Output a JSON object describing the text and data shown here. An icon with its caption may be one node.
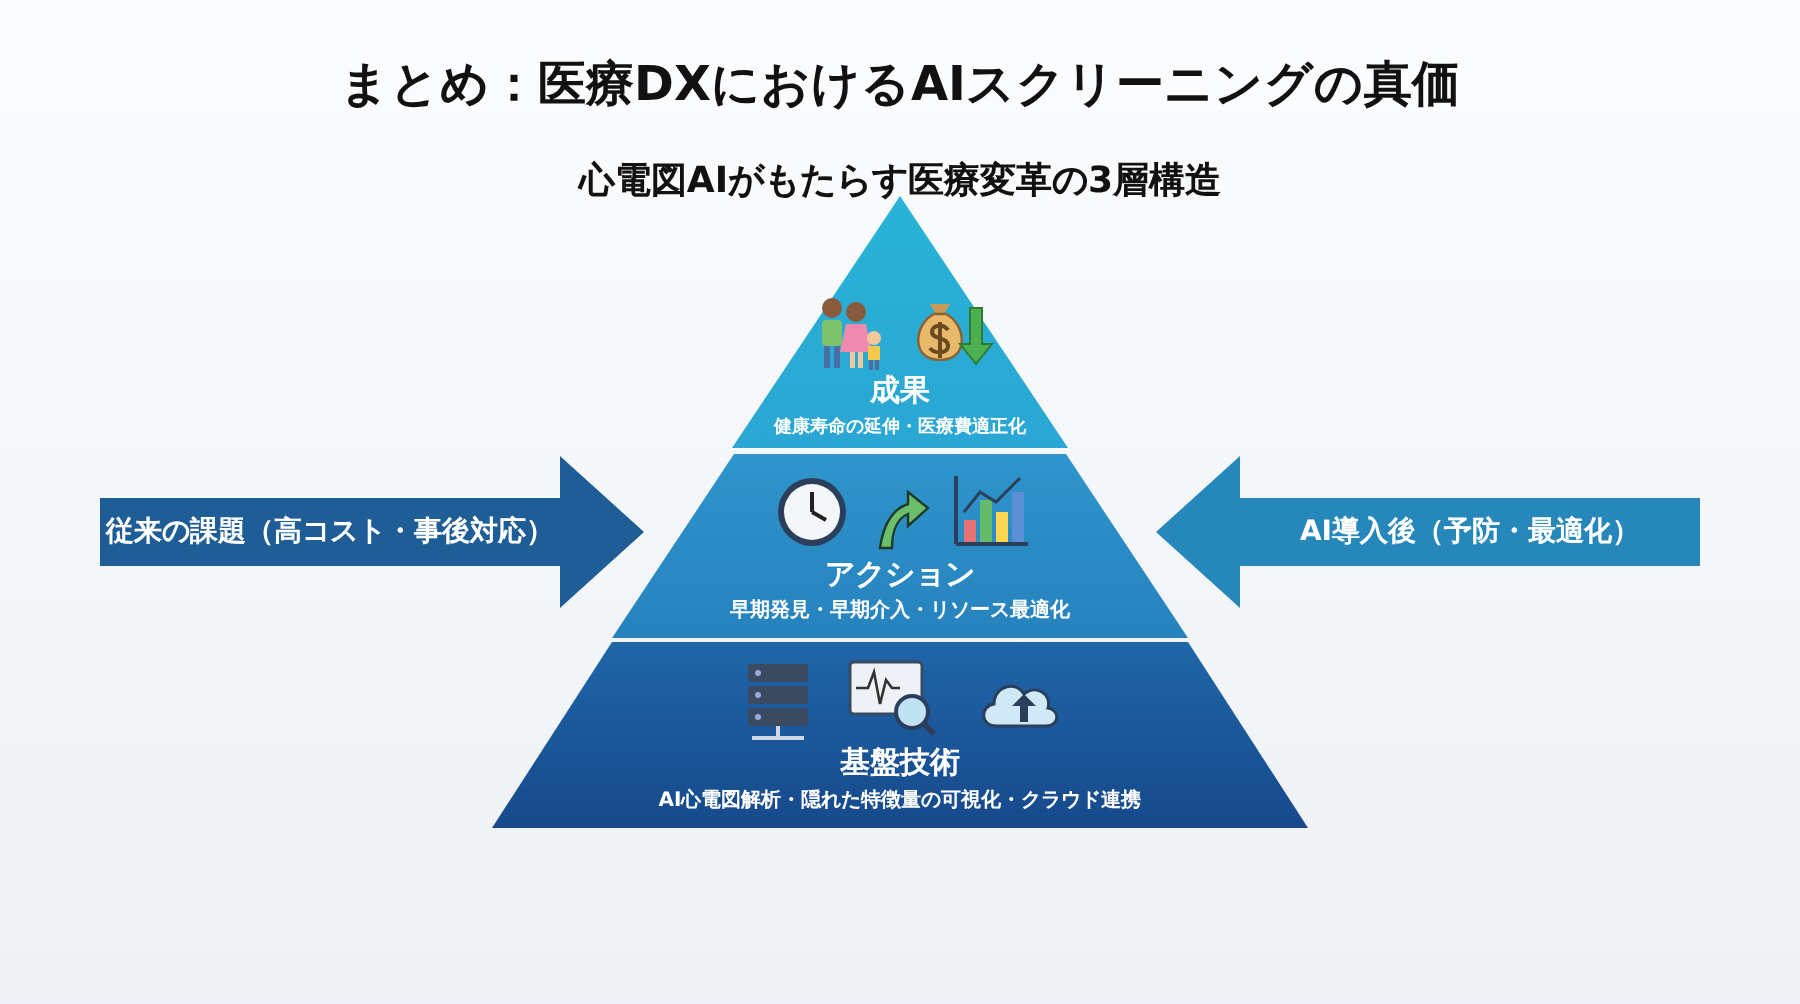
{
  "diagram": {
    "title": "まとめ：医療DXにおけるAIスクリーニングの真価",
    "caption": "心電図AIがもたらす医療変革の3層構造",
    "nodes": [
      {
        "text": [
          "成果",
          "健康寿命の延伸・医療費適正化"
        ]
      },
      {
        "text": [
          "アクション",
          "早期発見・早期介入・リソース最適化"
        ]
      },
      {
        "text": [
          "基盤技術",
          "AI心電図解析・隠れた特徴量の可視化・クラウド連携"
        ]
      },
      {
        "text": [
          "従来の課題（高コスト・事後対応）"
        ]
      },
      {
        "text": [
          "AI導入後（予防・最適化）"
        ]
      }
    ]
  }
}
